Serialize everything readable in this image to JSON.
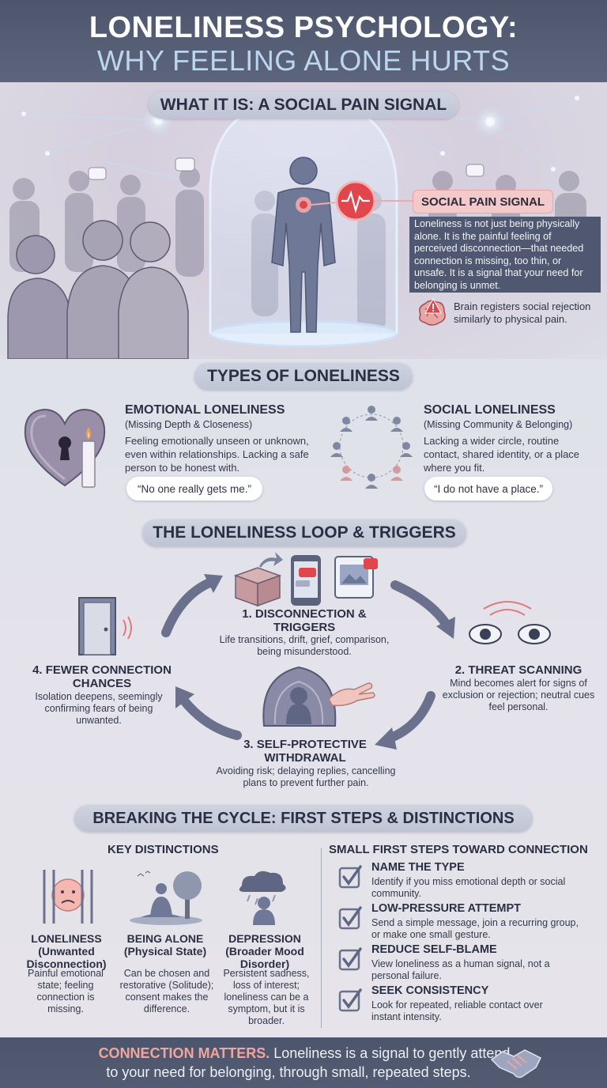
{
  "header": {
    "title_line1": "LONELINESS PSYCHOLOGY:",
    "title_line2": "WHY FEELING ALONE HURTS"
  },
  "what_it_is": {
    "heading": "WHAT IT IS: A SOCIAL PAIN SIGNAL",
    "badge": "SOCIAL PAIN SIGNAL",
    "description": "Loneliness is not just being physically alone. It is the painful feeling of perceived disconnection—that needed connection is missing, too thin, or unsafe. It is a signal that your need for belonging is unmet.",
    "brain_note": "Brain registers social rejection similarly to physical pain."
  },
  "types": {
    "heading": "TYPES OF LONELINESS",
    "emotional": {
      "title": "EMOTIONAL LONELINESS",
      "subtitle": "(Missing Depth & Closeness)",
      "body": "Feeling emotionally unseen or unknown, even within relationships. Lacking a safe person to be honest with.",
      "quote": "“No one really gets me.”"
    },
    "social": {
      "title": "SOCIAL LONELINESS",
      "subtitle": "(Missing Community & Belonging)",
      "body": "Lacking a wider circle, routine contact, shared identity, or a place where you fit.",
      "quote": "“I do not have a place.”"
    }
  },
  "loop": {
    "heading": "THE LONELINESS LOOP & TRIGGERS",
    "step1": {
      "title": "1. DISCONNECTION & TRIGGERS",
      "body": "Life transitions, drift, grief, comparison, being misunderstood."
    },
    "step2": {
      "title": "2. THREAT SCANNING",
      "body": "Mind becomes alert for signs of exclusion or rejection; neutral cues feel personal."
    },
    "step3": {
      "title": "3. SELF-PROTECTIVE WITHDRAWAL",
      "body": "Avoiding risk; delaying replies, cancelling plans to prevent further pain."
    },
    "step4": {
      "title": "4. FEWER CONNECTION CHANCES",
      "body": "Isolation deepens, seemingly confirming fears of being unwanted."
    }
  },
  "breaking": {
    "heading": "BREAKING THE CYCLE: FIRST STEPS & DISTINCTIONS",
    "key_heading": "KEY DISTINCTIONS",
    "distinctions": [
      {
        "title": "LONELINESS (Unwanted Disconnection)",
        "body": "Painful emotional state; feeling connection is missing."
      },
      {
        "title": "BEING ALONE (Physical State)",
        "body": "Can be chosen and restorative (Solitude); consent makes the difference."
      },
      {
        "title": "DEPRESSION (Broader Mood Disorder)",
        "body": "Persistent sadness, loss of interest; loneliness can be a symptom, but it is broader."
      }
    ],
    "steps_heading": "SMALL FIRST STEPS TOWARD CONNECTION",
    "steps": [
      {
        "title": "NAME THE TYPE",
        "body": "Identify if you miss emotional depth or social community."
      },
      {
        "title": "LOW-PRESSURE ATTEMPT",
        "body": "Send a simple message, join a recurring group, or make one small gesture."
      },
      {
        "title": "REDUCE SELF-BLAME",
        "body": "View loneliness as a human signal, not a personal failure."
      },
      {
        "title": "SEEK CONSISTENCY",
        "body": "Look for repeated, reliable contact over instant intensity."
      }
    ]
  },
  "footer": {
    "highlight": "CONNECTION MATTERS.",
    "text1": " Loneliness is a signal to gently attend",
    "text2": "to your need for belonging, through small, repeated steps."
  },
  "colors": {
    "header_bg": "#4d566c",
    "accent_red": "#e0464b",
    "accent_blue": "#bcd6ee",
    "highlight": "#f2a59d"
  }
}
